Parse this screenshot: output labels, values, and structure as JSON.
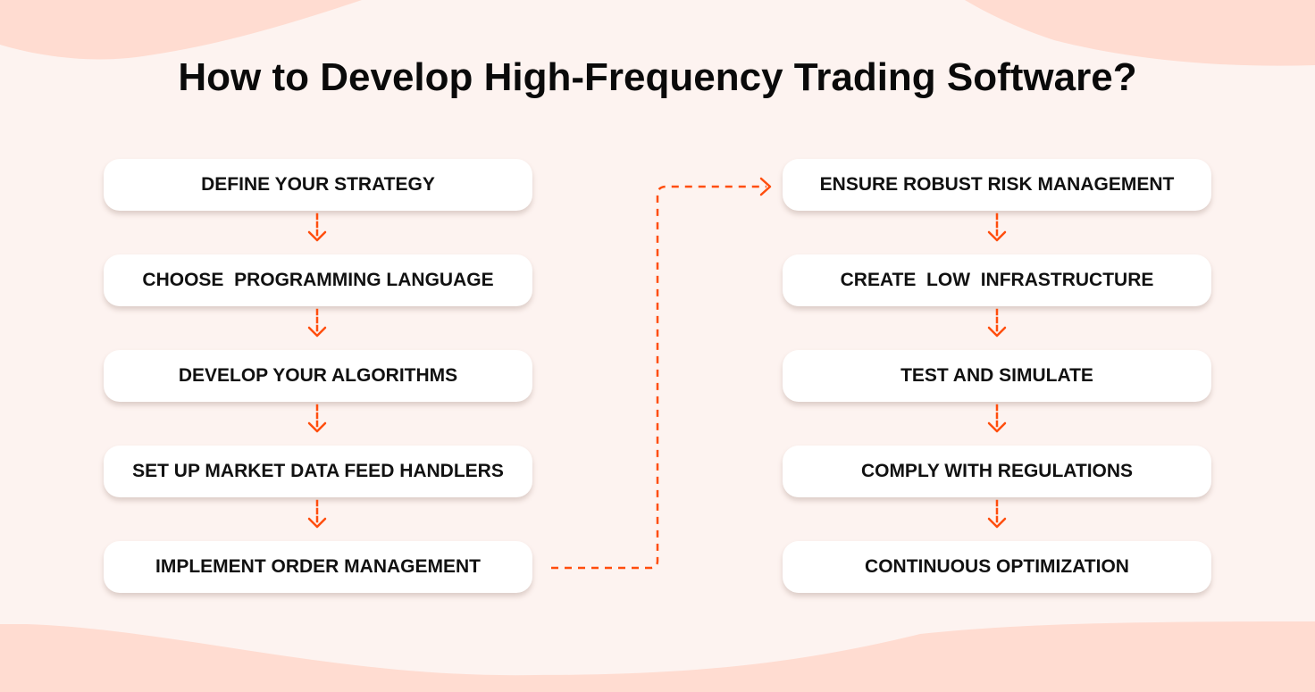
{
  "title": "How to Develop High-Frequency Trading Software?",
  "colors": {
    "background": "#fdf3f0",
    "wave": "#ffdcd1",
    "card": "#ffffff",
    "arrow": "#ff4d0d",
    "text": "#111111"
  },
  "left_column": {
    "steps": [
      {
        "label": "DEFINE YOUR STRATEGY"
      },
      {
        "label": "CHOOSE  PROGRAMMING LANGUAGE"
      },
      {
        "label": "DEVELOP YOUR ALGORITHMS"
      },
      {
        "label": "SET UP MARKET DATA FEED HANDLERS"
      },
      {
        "label": "IMPLEMENT ORDER MANAGEMENT"
      }
    ]
  },
  "right_column": {
    "steps": [
      {
        "label": "ENSURE ROBUST RISK MANAGEMENT"
      },
      {
        "label": "CREATE  LOW  INFRASTRUCTURE"
      },
      {
        "label": "TEST AND SIMULATE"
      },
      {
        "label": "COMPLY WITH REGULATIONS"
      },
      {
        "label": "CONTINUOUS OPTIMIZATION"
      }
    ]
  },
  "connectors": {
    "icon": "dashed-down-arrow-icon",
    "bridge_icon": "dashed-elbow-arrow-icon"
  }
}
